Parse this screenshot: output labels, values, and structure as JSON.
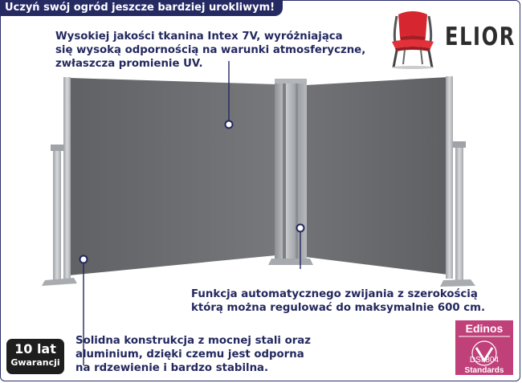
{
  "banner": {
    "text": "Uczyń swój ogród jeszcze bardziej urokliwym!"
  },
  "callouts": {
    "fabric": [
      "Wysokiej jakości tkanina Intex 7V, wyróżniająca",
      "się wysoką odpornością na warunki atmosferyczne,",
      "zwłaszcza promienie UV."
    ],
    "function": [
      "Funkcja automatycznego zwijania z szerokością",
      "którą można regulować do maksymalnie 600 cm."
    ],
    "construction": [
      "Solidna konstrukcja z mocnej stali oraz",
      "aluminium, dzięki czemu jest odporna",
      "na rdzewienie i bardzo stabilna."
    ]
  },
  "brand": {
    "name": "ELIOR",
    "icon": "chair-icon",
    "color": "#d6262f"
  },
  "warranty": {
    "years": "10 lat",
    "label": "Gwarancji"
  },
  "certificate": {
    "brand": "Edinos",
    "code": "DSI 804",
    "caption": "Standards",
    "color": "#c0407a"
  },
  "colors": {
    "navy": "#23285e",
    "fabric": "#6b6d70",
    "metal": "#b9bcbf"
  }
}
